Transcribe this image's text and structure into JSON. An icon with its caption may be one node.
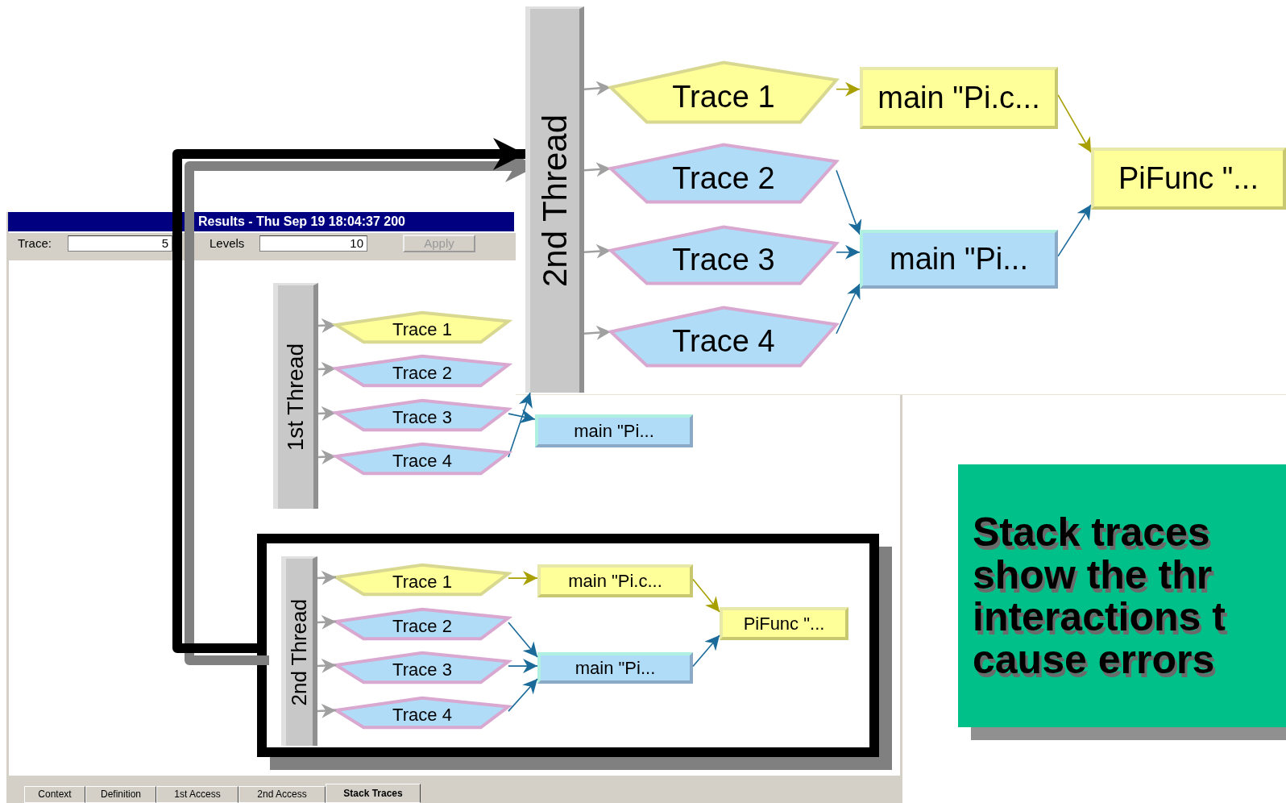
{
  "diagram": {
    "nodes": [
      {
        "text": [
          "2nd Thread"
        ]
      },
      {
        "text": [
          "Trace 1"
        ]
      },
      {
        "text": [
          "Trace 2"
        ]
      },
      {
        "text": [
          "Trace 3"
        ]
      },
      {
        "text": [
          "Trace 4"
        ]
      },
      {
        "text": [
          "main \"Pi.c..."
        ]
      },
      {
        "text": [
          "main \"Pi..."
        ]
      },
      {
        "text": [
          "PiFunc \"..."
        ]
      },
      {
        "text": [
          "1st Thread"
        ]
      },
      {
        "text": [
          "Trace 1"
        ]
      },
      {
        "text": [
          "Trace 2"
        ]
      },
      {
        "text": [
          "Trace 3"
        ]
      },
      {
        "text": [
          "Trace 4"
        ]
      },
      {
        "text": [
          "main \"Pi..."
        ]
      },
      {
        "text": [],
        "shape": "box"
      },
      {
        "text": [
          "2nd Thread"
        ],
        "in": 14
      },
      {
        "text": [
          "Trace 1"
        ],
        "in": 14
      },
      {
        "text": [
          "Trace 2"
        ],
        "in": 14
      },
      {
        "text": [
          "Trace 3"
        ],
        "in": 14
      },
      {
        "text": [
          "Trace 4"
        ],
        "in": 14
      },
      {
        "text": [
          "main \"Pi.c..."
        ],
        "in": 14
      },
      {
        "text": [
          "main \"Pi..."
        ],
        "in": 14
      },
      {
        "text": [
          "PiFunc \"..."
        ],
        "in": 14
      },
      {
        "text": [
          "Stack traces show the thr interactions t cause errors"
        ]
      }
    ],
    "edges": [
      {
        "from": 0,
        "to": 1,
        "arrow": "to"
      },
      {
        "from": 0,
        "to": 2,
        "arrow": "to"
      },
      {
        "from": 0,
        "to": 3,
        "arrow": "to"
      },
      {
        "from": 0,
        "to": 4,
        "arrow": "to"
      },
      {
        "from": 1,
        "to": 5,
        "arrow": "to",
        "color": "#a8a000"
      },
      {
        "from": 2,
        "to": 6,
        "arrow": "to",
        "color": "#1a6a9a"
      },
      {
        "from": 3,
        "to": 6,
        "arrow": "to",
        "color": "#1a6a9a"
      },
      {
        "from": 4,
        "to": 6,
        "arrow": "to",
        "color": "#1a6a9a"
      },
      {
        "from": 5,
        "to": 7,
        "arrow": "to",
        "color": "#a8a000"
      },
      {
        "from": 6,
        "to": 7,
        "arrow": "to",
        "color": "#1a6a9a"
      },
      {
        "from": 8,
        "to": 9,
        "arrow": "to"
      },
      {
        "from": 8,
        "to": 10,
        "arrow": "to"
      },
      {
        "from": 8,
        "to": 11,
        "arrow": "to"
      },
      {
        "from": 8,
        "to": 12,
        "arrow": "to"
      },
      {
        "from": 11,
        "to": 13,
        "arrow": "to",
        "color": "#1a6a9a"
      },
      {
        "from": 12,
        "to": 0,
        "arrow": "to",
        "color": "#1a6a9a"
      },
      {
        "from": 15,
        "to": 16,
        "arrow": "to"
      },
      {
        "from": 15,
        "to": 17,
        "arrow": "to"
      },
      {
        "from": 15,
        "to": 18,
        "arrow": "to"
      },
      {
        "from": 15,
        "to": 19,
        "arrow": "to"
      },
      {
        "from": 16,
        "to": 20,
        "arrow": "to",
        "color": "#a8a000"
      },
      {
        "from": 17,
        "to": 21,
        "arrow": "to",
        "color": "#1a6a9a"
      },
      {
        "from": 18,
        "to": 21,
        "arrow": "to",
        "color": "#1a6a9a"
      },
      {
        "from": 19,
        "to": 21,
        "arrow": "to",
        "color": "#1a6a9a"
      },
      {
        "from": 20,
        "to": 22,
        "arrow": "to",
        "color": "#a8a000"
      },
      {
        "from": 21,
        "to": 22,
        "arrow": "to",
        "color": "#1a6a9a"
      },
      {
        "from": 14,
        "to": 0,
        "arrow": "to",
        "style": "thick",
        "color": "#000000"
      }
    ],
    "labels": [
      "Results - Thu Sep 19 18:04:37 200",
      "Trace:",
      "5",
      "Levels",
      "10",
      "Apply",
      "Context",
      "Definition",
      "1st Access",
      "2nd Access",
      "Stack Traces"
    ]
  }
}
